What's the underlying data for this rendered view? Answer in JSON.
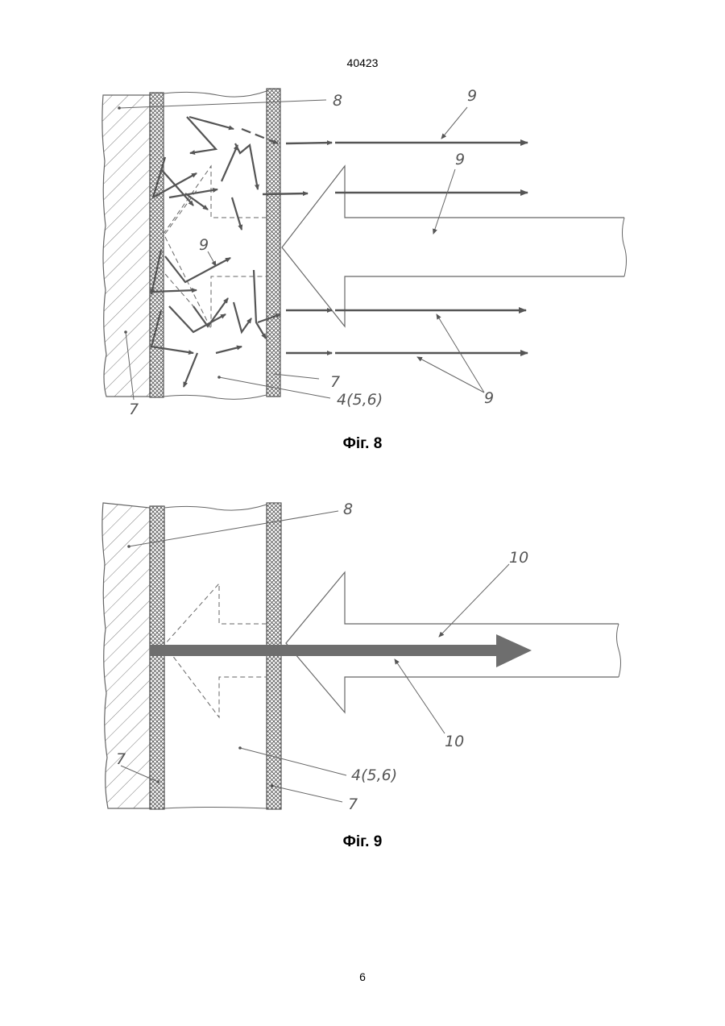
{
  "header": {
    "doc_number": "40423"
  },
  "figures": [
    {
      "caption": "Фіг. 8",
      "labels": {
        "layer_8": "8",
        "ray_9_a": "9",
        "ray_9_b": "9",
        "ray_9_c": "9",
        "ray_9_d": "9",
        "layer_7_a": "7",
        "layer_7_b": "7",
        "element_4": "4(5,6)"
      }
    },
    {
      "caption": "Фіг. 9",
      "labels": {
        "layer_8": "8",
        "beam_10_a": "10",
        "beam_10_b": "10",
        "layer_7_a": "7",
        "layer_7_b": "7",
        "element_4": "4(5,6)"
      }
    }
  ],
  "footer": {
    "page_number": "6"
  },
  "colors": {
    "line": "#555555",
    "beam": "#6e6e6e",
    "hatch": "#777777"
  }
}
